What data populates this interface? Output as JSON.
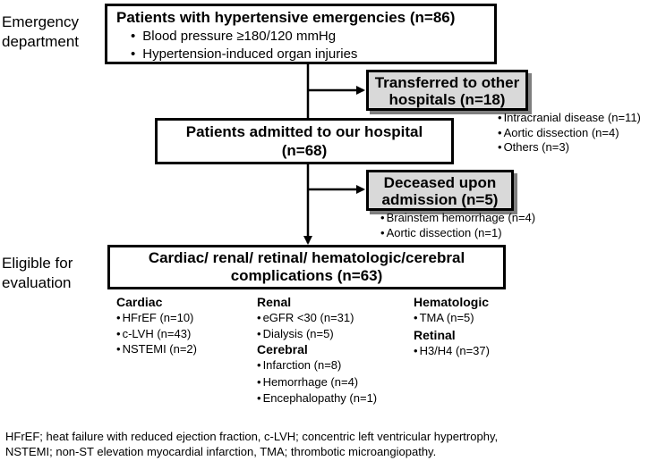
{
  "side_labels": {
    "ed": [
      "Emergency",
      "department"
    ],
    "eval": [
      "Eligible for",
      "evaluation"
    ]
  },
  "box1": {
    "title": "Patients with hypertensive emergencies (n=86)",
    "items": [
      "Blood pressure ≥180/120 mmHg",
      "Hypertension-induced organ injuries"
    ]
  },
  "transferred": {
    "title": [
      "Transferred to other",
      "hospitals (n=18)"
    ],
    "reasons": [
      "Intracranial disease (n=11)",
      "Aortic dissection (n=4)",
      "Others (n=3)"
    ]
  },
  "box2": {
    "title": [
      "Patients admitted to our hospital",
      "(n=68)"
    ]
  },
  "deceased": {
    "title": [
      "Deceased upon",
      "admission (n=5)"
    ],
    "reasons": [
      "Brainstem hemorrhage (n=4)",
      "Aortic dissection (n=1)"
    ]
  },
  "box3": {
    "title": [
      "Cardiac/ renal/ retinal/ hematologic/cerebral",
      "complications (n=63)"
    ]
  },
  "groups": {
    "cardiac": {
      "header": "Cardiac",
      "items": [
        "HFrEF (n=10)",
        "c-LVH (n=43)",
        "NSTEMI (n=2)"
      ]
    },
    "renal": {
      "header": "Renal",
      "items": [
        "eGFR <30 (n=31)",
        "Dialysis (n=5)"
      ]
    },
    "cerebral": {
      "header": "Cerebral",
      "items": [
        "Infarction (n=8)",
        "Hemorrhage (n=4)",
        "Encephalopathy (n=1)"
      ]
    },
    "hematologic": {
      "header": "Hematologic",
      "items": [
        "TMA (n=5)"
      ]
    },
    "retinal": {
      "header": "Retinal",
      "items": [
        "H3/H4 (n=37)"
      ]
    }
  },
  "footnote": [
    "HFrEF; heat failure with reduced ejection fraction, c-LVH; concentric left ventricular hypertrophy,",
    "NSTEMI; non-ST elevation myocardial infarction, TMA; thrombotic microangiopathy."
  ]
}
